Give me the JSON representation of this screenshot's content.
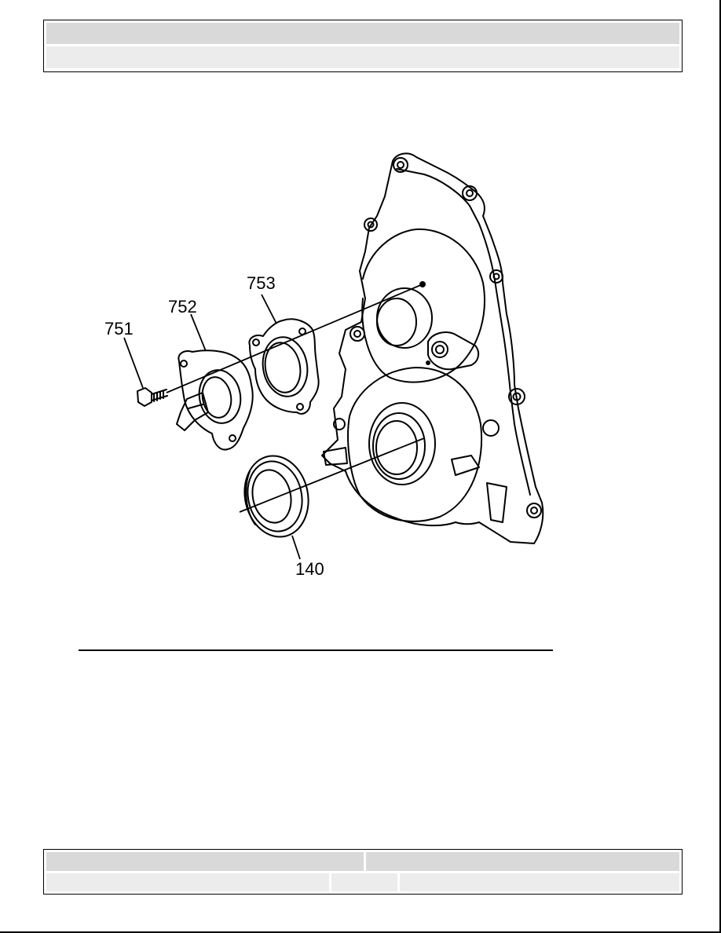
{
  "header": {
    "title": "",
    "subtitle": ""
  },
  "figure": {
    "callouts": [
      {
        "id": "callout-751",
        "text": "751"
      },
      {
        "id": "callout-752",
        "text": "752"
      },
      {
        "id": "callout-753",
        "text": "753"
      },
      {
        "id": "callout-140",
        "text": "140"
      }
    ]
  },
  "footer": {
    "left_top": "",
    "right_top": "",
    "left_bottom": "",
    "middle_bottom": "",
    "right_bottom": ""
  }
}
